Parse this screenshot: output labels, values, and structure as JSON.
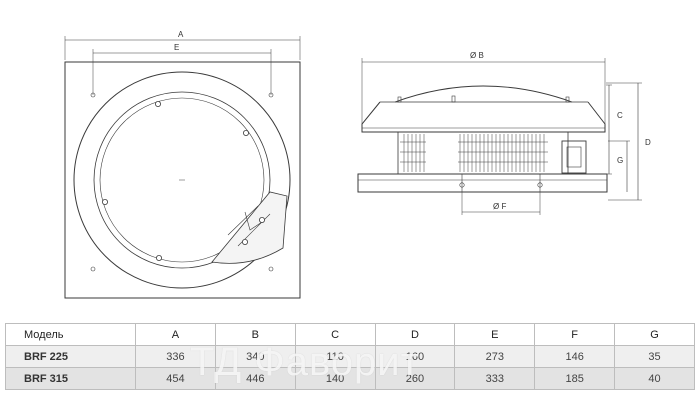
{
  "drawing": {
    "top_view": {
      "label_a": "A",
      "label_e": "E"
    },
    "side_view": {
      "label_b": "Ø B",
      "label_c": "C",
      "label_d": "D",
      "label_g": "G",
      "label_f": "Ø F"
    }
  },
  "table": {
    "headers": [
      "Модель",
      "A",
      "B",
      "C",
      "D",
      "E",
      "F",
      "G"
    ],
    "rows": [
      [
        "BRF 225",
        "336",
        "340",
        "110",
        "160",
        "273",
        "146",
        "35"
      ],
      [
        "BRF 315",
        "454",
        "446",
        "140",
        "260",
        "333",
        "185",
        "40"
      ]
    ]
  },
  "watermark": "ТД Фаворит",
  "colors": {
    "line": "#3a3a3a",
    "row_a": "#efefef",
    "row_b": "#e3e3e3"
  }
}
